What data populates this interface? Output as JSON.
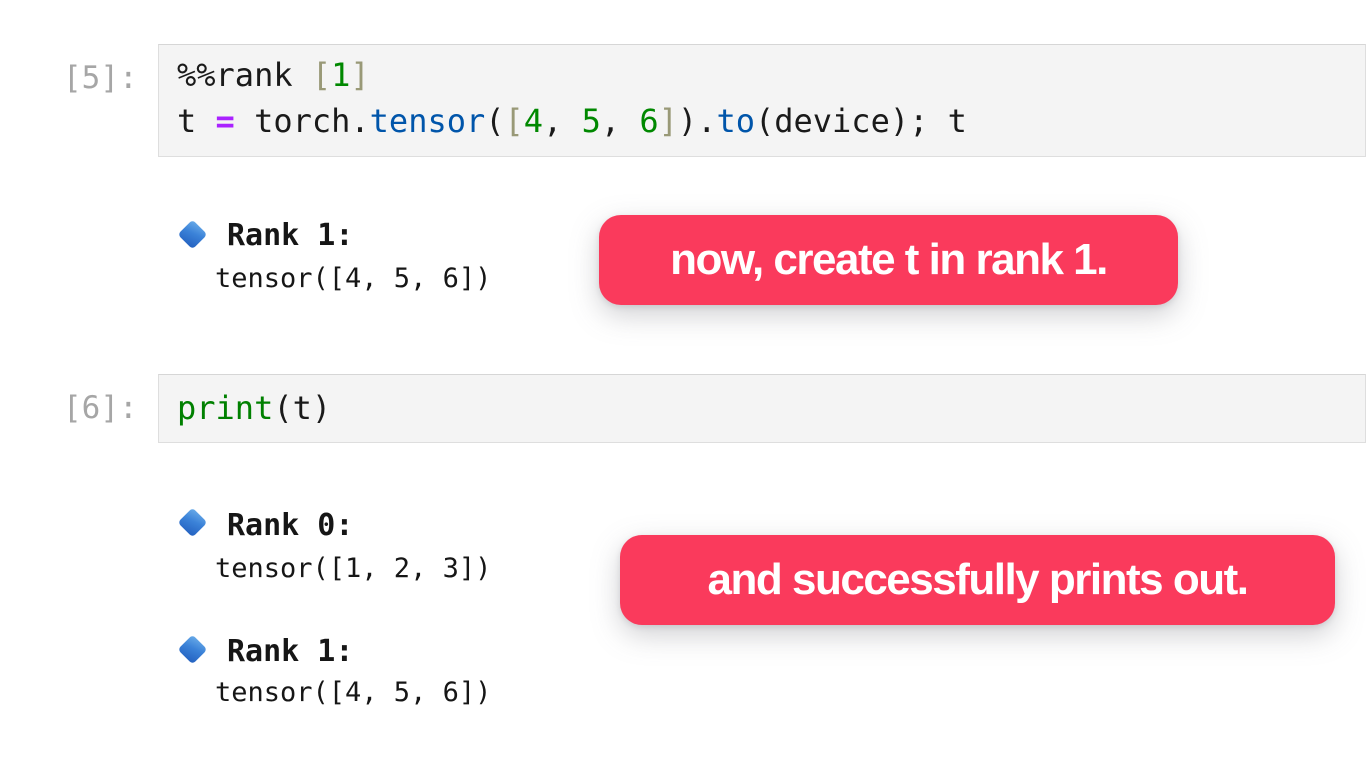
{
  "cells": [
    {
      "prompt": "[5]:",
      "lines": [
        {
          "tokens": [
            {
              "text": "%%rank "
            },
            {
              "text": "["
            },
            {
              "text": "1"
            },
            {
              "text": "]"
            }
          ]
        },
        {
          "tokens": [
            {
              "text": "t "
            },
            {
              "text": "="
            },
            {
              "text": " torch."
            },
            {
              "text": "tensor"
            },
            {
              "text": "("
            },
            {
              "text": "["
            },
            {
              "text": "4"
            },
            {
              "text": ", "
            },
            {
              "text": "5"
            },
            {
              "text": ", "
            },
            {
              "text": "6"
            },
            {
              "text": "]"
            },
            {
              "text": ")."
            },
            {
              "text": "to"
            },
            {
              "text": "(device); t"
            }
          ]
        }
      ],
      "outputs": [
        {
          "header": "Rank 1:",
          "body": "tensor([4, 5, 6])"
        }
      ]
    },
    {
      "prompt": "[6]:",
      "lines": [
        {
          "tokens": [
            {
              "text": "print"
            },
            {
              "text": "(t)"
            }
          ]
        }
      ],
      "outputs": [
        {
          "header": "Rank 0:",
          "body": "tensor([1, 2, 3])"
        },
        {
          "header": "Rank 1:",
          "body": "tensor([4, 5, 6])"
        }
      ]
    }
  ],
  "callouts": [
    {
      "text": "now, create t in rank 1."
    },
    {
      "text": "and successfully prints out."
    }
  ],
  "icons": {
    "output_marker": {
      "name": "blue-diamond-icon",
      "glyph": "🔷"
    }
  },
  "colors": {
    "callout_bg": "#fa3a5c",
    "callout_text": "#ffffff",
    "cell_bg": "#f4f4f4",
    "cell_border": "#dedede",
    "prompt_gray": "#a6a6a6",
    "code_plain": "#1a1a1a",
    "syntax_keyword_builtin": "#008000",
    "syntax_property": "#0055aa",
    "syntax_number": "#008800",
    "syntax_operator": "#aa22ff",
    "syntax_bracket": "#999977",
    "diamond_blue_top": "#6aace9",
    "diamond_blue_mid": "#3b82d8",
    "diamond_blue_bottom": "#2360bf"
  }
}
